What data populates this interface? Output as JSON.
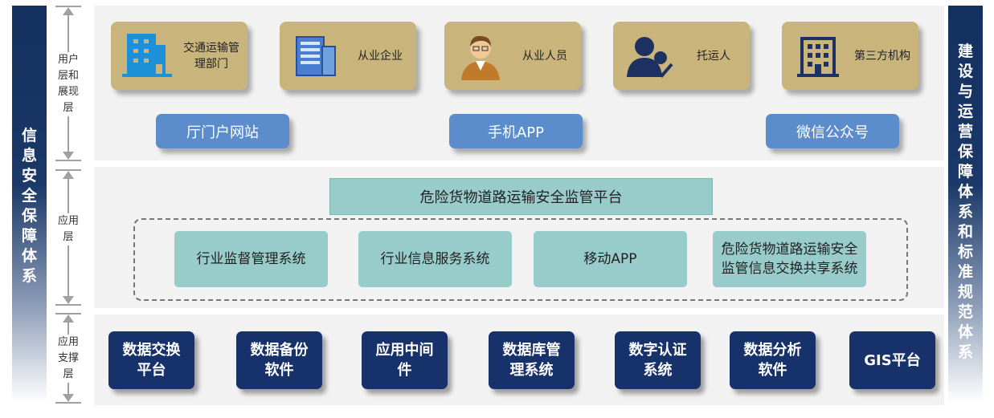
{
  "left_bar": {
    "text": "信息安全保障体系"
  },
  "right_bar": {
    "text": "建设与运营保障体系和标准规范体系"
  },
  "layers": {
    "user": "用户层和展现层",
    "app": "应用层",
    "support": "应用支撑层"
  },
  "users": [
    {
      "label": "交通运输管理部门",
      "icon": "office-building-icon"
    },
    {
      "label": "从业企业",
      "icon": "company-building-icon"
    },
    {
      "label": "从业人员",
      "icon": "person-icon"
    },
    {
      "label": "托运人",
      "icon": "shipper-icon"
    },
    {
      "label": "第三方机构",
      "icon": "institution-building-icon"
    }
  ],
  "channels": [
    "厅门户网站",
    "手机APP",
    "微信公众号"
  ],
  "platform_title": "危险货物道路运输安全监管平台",
  "apps": [
    "行业监督管理系统",
    "行业信息服务系统",
    "移动APP",
    "危险货物道路运输安全监管信息交换共享系统"
  ],
  "supports": [
    "数据交换平台",
    "数据备份软件",
    "应用中间件",
    "数据库管理系统",
    "数字认证系统",
    "数据分析软件",
    "GIS平台"
  ],
  "colors": {
    "navy": "#17326a",
    "gold": "#c9b57c",
    "blue": "#5b8ccc",
    "teal": "#98cccb"
  }
}
